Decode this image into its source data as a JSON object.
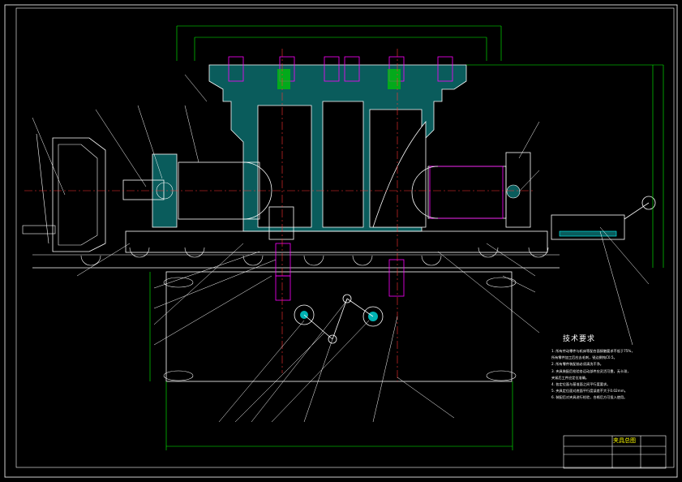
{
  "technical_requirements": {
    "title": "技术要求",
    "items": [
      "1. 所有传动零件与机床等配合面接触要求不低于75%，",
      "   所有零件加工后应去毛刺，锐边倒钝C0.5。",
      "2. 所有零件装配前必须清洗干净。",
      "3. 夹具装配后检验各运动部件应灵活可靠，无卡滞，",
      "   夹紧后工件应定位准确。",
      "4. 各定位面与基准面之间平行度要求。",
      "5. 夹具定位面对底面平行度误差不大于0.02mm。",
      "6. 装配后对夹具进行检验，合格后方可投入使用。"
    ]
  },
  "title_block": {
    "drawing_name": "夹具总图"
  },
  "colors": {
    "outline": "#ffffff",
    "dimension": "#00ff00",
    "center": "#ff3333",
    "section": "#00b3b3",
    "bolt": "#ff00ff",
    "leader": "#ffffff",
    "title_text": "#ffff00"
  }
}
